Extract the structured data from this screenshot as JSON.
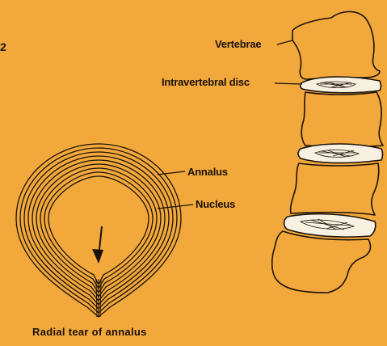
{
  "figure_label": "2",
  "labels": {
    "vertebrae": "Vertebrae",
    "disc": "Intravertebral disc",
    "annalus": "Annalus",
    "nucleus": "Nucleus"
  },
  "caption": "Radial tear of annalus",
  "colors": {
    "background": "#f3a83c",
    "ink": "#1a1208",
    "disc_fill": "#f8f0e0"
  }
}
